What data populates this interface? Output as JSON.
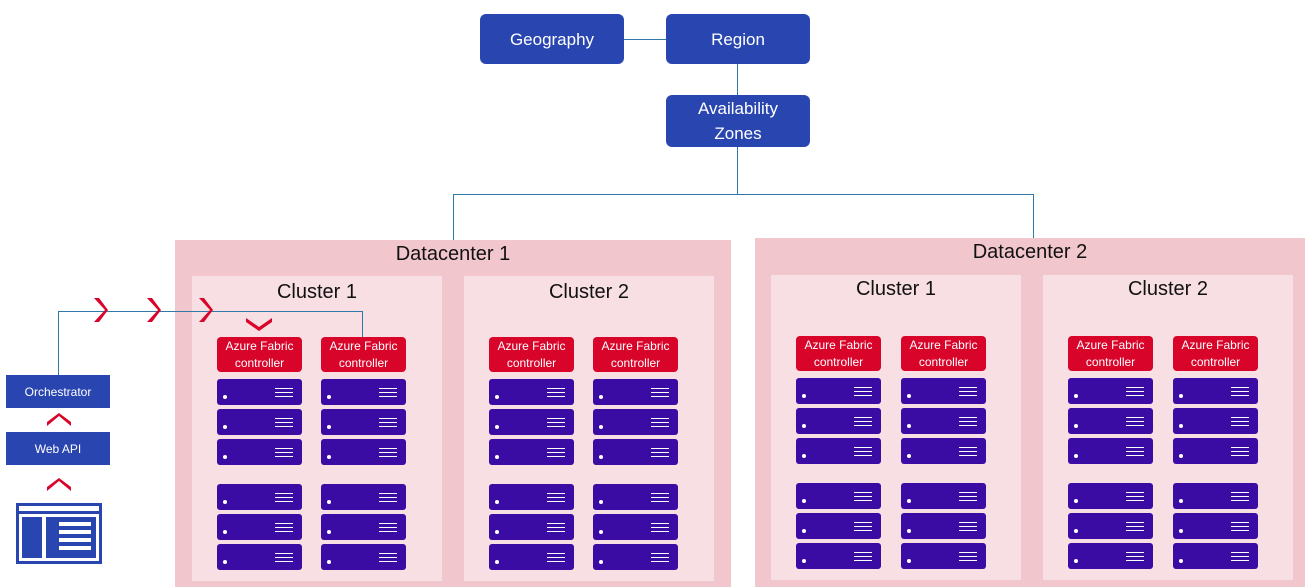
{
  "hierarchy": {
    "geography": "Geography",
    "region": "Region",
    "availability_zones": "Availability Zones"
  },
  "datacenters": [
    {
      "title": "Datacenter 1",
      "clusters": [
        {
          "title": "Cluster 1",
          "controllers": [
            "Azure Fabric controller",
            "Azure Fabric controller"
          ]
        },
        {
          "title": "Cluster 2",
          "controllers": [
            "Azure Fabric controller",
            "Azure Fabric controller"
          ]
        }
      ]
    },
    {
      "title": "Datacenter 2",
      "clusters": [
        {
          "title": "Cluster 1",
          "controllers": [
            "Azure Fabric controller",
            "Azure Fabric controller"
          ]
        },
        {
          "title": "Cluster 2",
          "controllers": [
            "Azure Fabric controller",
            "Azure Fabric controller"
          ]
        }
      ]
    }
  ],
  "client_stack": {
    "orchestrator": "Orchestrator",
    "web_api": "Web API"
  },
  "colors": {
    "blue": "#2946b0",
    "server": "#3a0ca3",
    "controller_red": "#d90429",
    "datacenter_bg": "#f2c6cd",
    "cluster_bg": "#f8dfe3",
    "connector": "#2f78a8"
  },
  "icons": [
    "server-icon",
    "chevron-right-icon",
    "chevron-up-icon",
    "chevron-down-icon",
    "web-client-icon"
  ]
}
